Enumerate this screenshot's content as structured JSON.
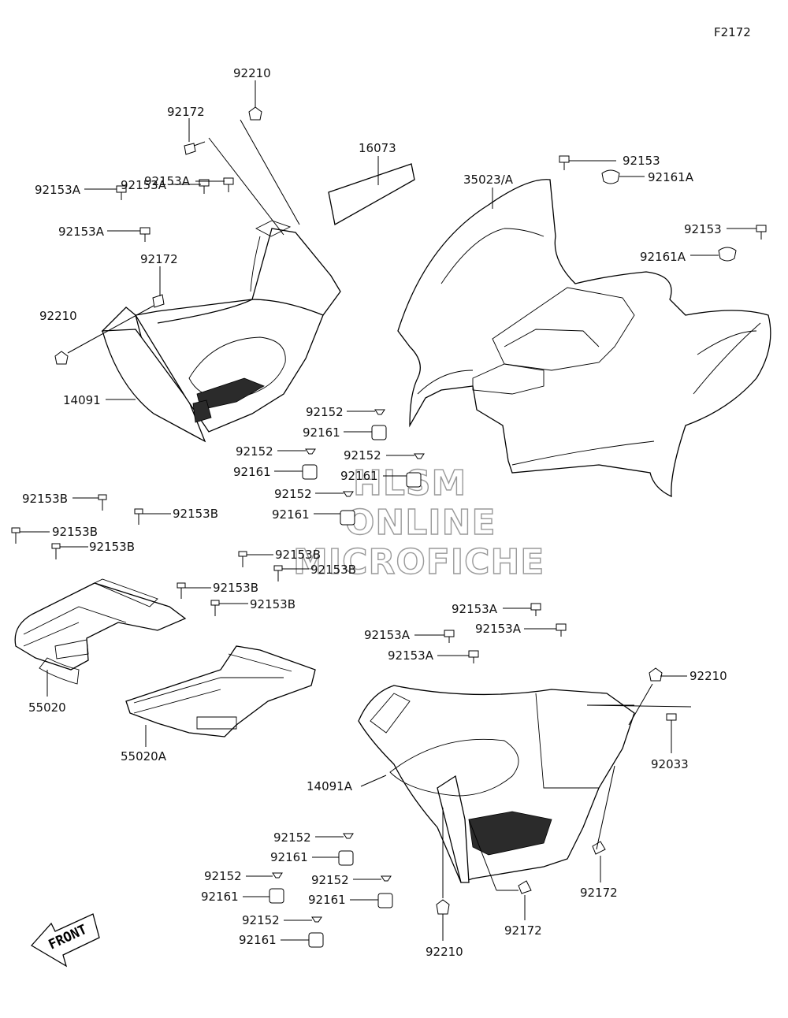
{
  "figure_code": "F2172",
  "watermark": [
    "HLSM",
    "ONLINE",
    "MICROFICHE"
  ],
  "front_arrow_text": "FRONT",
  "labels": {
    "l92210_top": "92210",
    "l92172_top": "92172",
    "l16073": "16073",
    "l35023": "35023/A",
    "l92153_top": "92153",
    "l92161A_top": "92161A",
    "l92153A_1": "92153A",
    "l92153A_2": "92153A",
    "l92153A_3": "92153A",
    "l92153A_4": "92153A",
    "l92153_right": "92153",
    "l92161A_right": "92161A",
    "l92172_mid": "92172",
    "l92210_left": "92210",
    "l14091": "14091",
    "l92152_a": "92152",
    "l92161_a": "92161",
    "l92152_b": "92152",
    "l92161_b": "92161",
    "l92152_c": "92152",
    "l92161_c": "92161",
    "l92152_d": "92152",
    "l92161_d": "92161",
    "l92153B_1": "92153B",
    "l92153B_2": "92153B",
    "l92153B_3": "92153B",
    "l92153B_4": "92153B",
    "l92153B_5": "92153B",
    "l92153B_6": "92153B",
    "l92153B_7": "92153B",
    "l92153B_8": "92153B",
    "l55020": "55020",
    "l55020A": "55020A",
    "l92153A_5": "92153A",
    "l92153A_6": "92153A",
    "l92153A_7": "92153A",
    "l92153A_8": "92153A",
    "l92210_r": "92210",
    "l92033": "92033",
    "l14091A": "14091A",
    "l92172_r": "92172",
    "l92152_e": "92152",
    "l92161_e": "92161",
    "l92152_f": "92152",
    "l92161_f": "92161",
    "l92152_g": "92152",
    "l92161_g": "92161",
    "l92152_h": "92152",
    "l92161_h": "92161",
    "l92210_bot": "92210",
    "l92172_bot": "92172"
  }
}
